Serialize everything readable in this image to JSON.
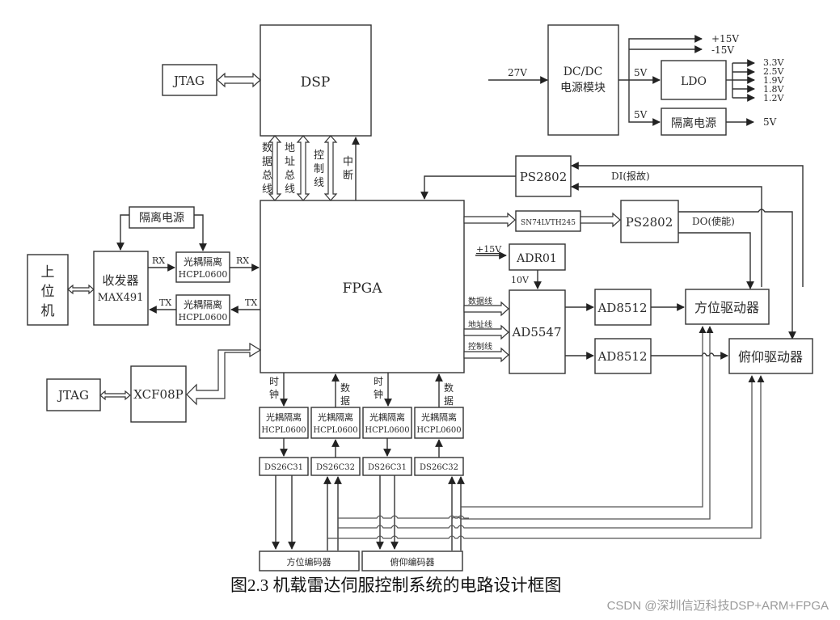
{
  "blocks": {
    "jtag_top": "JTAG",
    "dsp": "DSP",
    "dcdc_line1": "DC/DC",
    "dcdc_line2": "电源模块",
    "ldo": "LDO",
    "iso_power_right": "隔离电源",
    "ps2802_top": "PS2802",
    "ps2802_mid": "PS2802",
    "sn74": "SN74LVTH245",
    "adr01": "ADR01",
    "fpga": "FPGA",
    "iso_power_left": "隔离电源",
    "host": [
      "上",
      "位",
      "机"
    ],
    "transceiver_line1": "收发器",
    "transceiver_line2": "MAX491",
    "opto_rx_line1": "光耦隔离",
    "opto_rx_line2": "HCPL0600",
    "opto_tx_line1": "光耦隔离",
    "opto_tx_line2": "HCPL0600",
    "jtag_bottom": "JTAG",
    "xcf08p": "XCF08P",
    "ad5547": "AD5547",
    "ad8512_a": "AD8512",
    "ad8512_b": "AD8512",
    "azimuth_driver": "方位驱动器",
    "elevation_driver": "俯仰驱动器",
    "bottom_opto": [
      {
        "line1": "光耦隔离",
        "line2": "HCPL0600"
      },
      {
        "line1": "光耦隔离",
        "line2": "HCPL0600"
      },
      {
        "line1": "光耦隔离",
        "line2": "HCPL0600"
      },
      {
        "line1": "光耦隔离",
        "line2": "HCPL0600"
      }
    ],
    "line_drivers": [
      "DS26C31",
      "DS26C32",
      "DS26C31",
      "DS26C32"
    ],
    "azimuth_encoder": "方位编码器",
    "elevation_encoder": "俯仰编码器"
  },
  "signals": {
    "dsp_bus_data": [
      "数",
      "据",
      "总",
      "线"
    ],
    "dsp_bus_addr": [
      "地",
      "址",
      "总",
      "线"
    ],
    "dsp_bus_ctrl": [
      "控",
      "制",
      "线"
    ],
    "dsp_interrupt": [
      "中",
      "断"
    ],
    "in_27v": "27V",
    "plus15v": "+15V",
    "minus15v": "-15V",
    "ldo_in": "5V",
    "iso_in": "5V",
    "iso_out": "5V",
    "ldo_outputs": [
      "3.3V",
      "2.5V",
      "1.9V",
      "1.8V",
      "1.2V"
    ],
    "di_fault": "DI(报故)",
    "do_enable": "DO(使能)",
    "adr_in": "+15V",
    "adr_out": "10V",
    "rx_left": "RX",
    "rx_right": "RX",
    "tx_left": "TX",
    "tx_right": "TX",
    "fpga_data_line": "数据线",
    "fpga_addr_line": "地址线",
    "fpga_ctrl_line": "控制线",
    "clock_1": [
      "时",
      "钟"
    ],
    "data_1": [
      "数",
      "据"
    ],
    "clock_2": [
      "时",
      "钟"
    ],
    "data_2": [
      "数",
      "据"
    ]
  },
  "caption": "图2.3  机载雷达伺服控制系统的电路设计框图",
  "watermark": "CSDN @深圳信迈科技DSP+ARM+FPGA"
}
